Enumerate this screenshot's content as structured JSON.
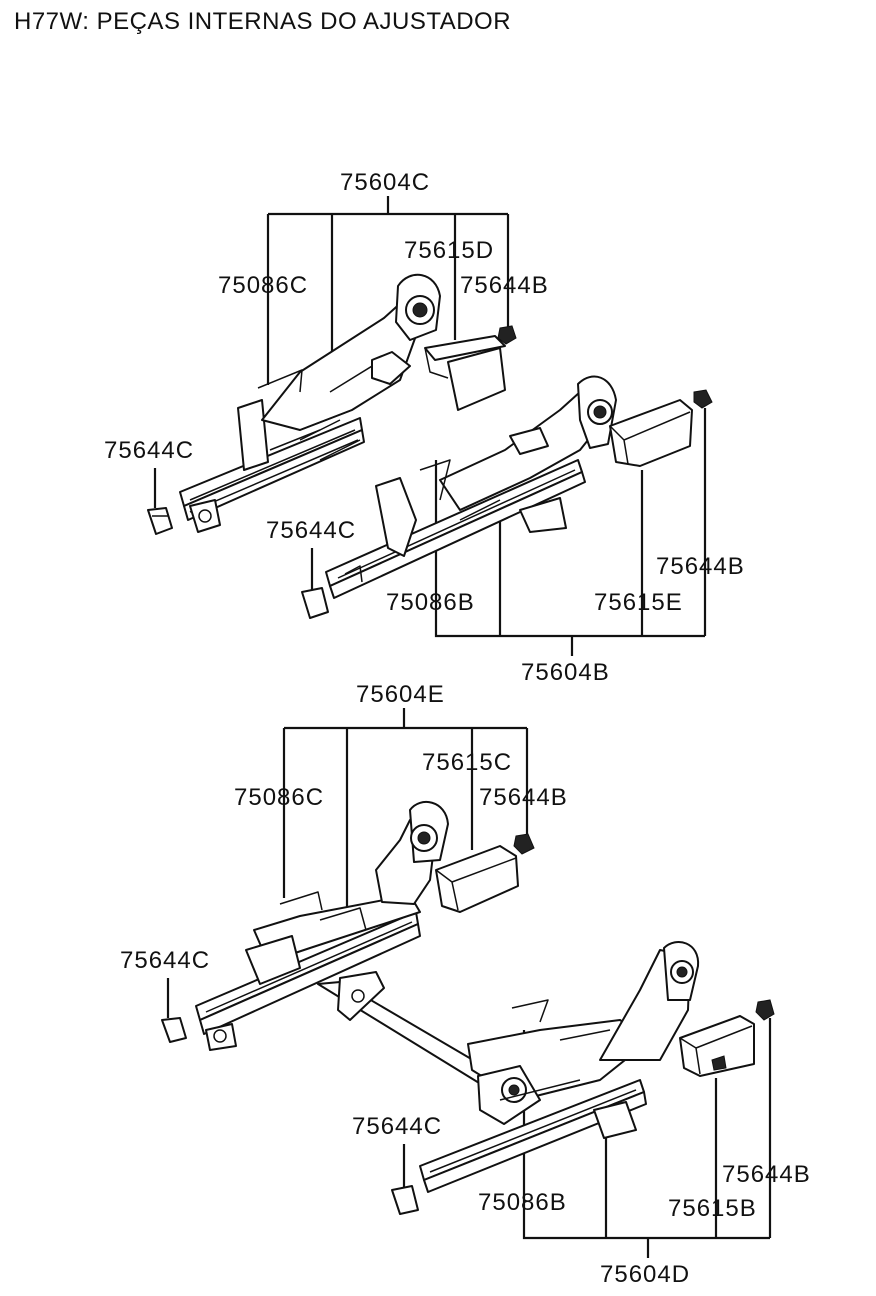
{
  "title": "H77W: PEÇAS INTERNAS DO AJUSTADOR",
  "labels": {
    "top_assembly": "75604C",
    "top_rail_c": "75086C",
    "top_cover_d": "75615D",
    "top_clip_b": "75644B",
    "top_clip_c": "75644C",
    "mid_clip_c": "75644C",
    "mid_rail_b": "75086B",
    "mid_clip_b": "75644B",
    "mid_cover_e": "75615E",
    "mid_assembly": "75604B",
    "low_assembly": "75604E",
    "low_rail_c": "75086C",
    "low_cover_c": "75615C",
    "low_clip_b": "75644B",
    "low_clip_c": "75644C",
    "bot_clip_c": "75644C",
    "bot_rail_b": "75086B",
    "bot_clip_b": "75644B",
    "bot_cover_b": "75615B",
    "bot_assembly": "75604D"
  }
}
